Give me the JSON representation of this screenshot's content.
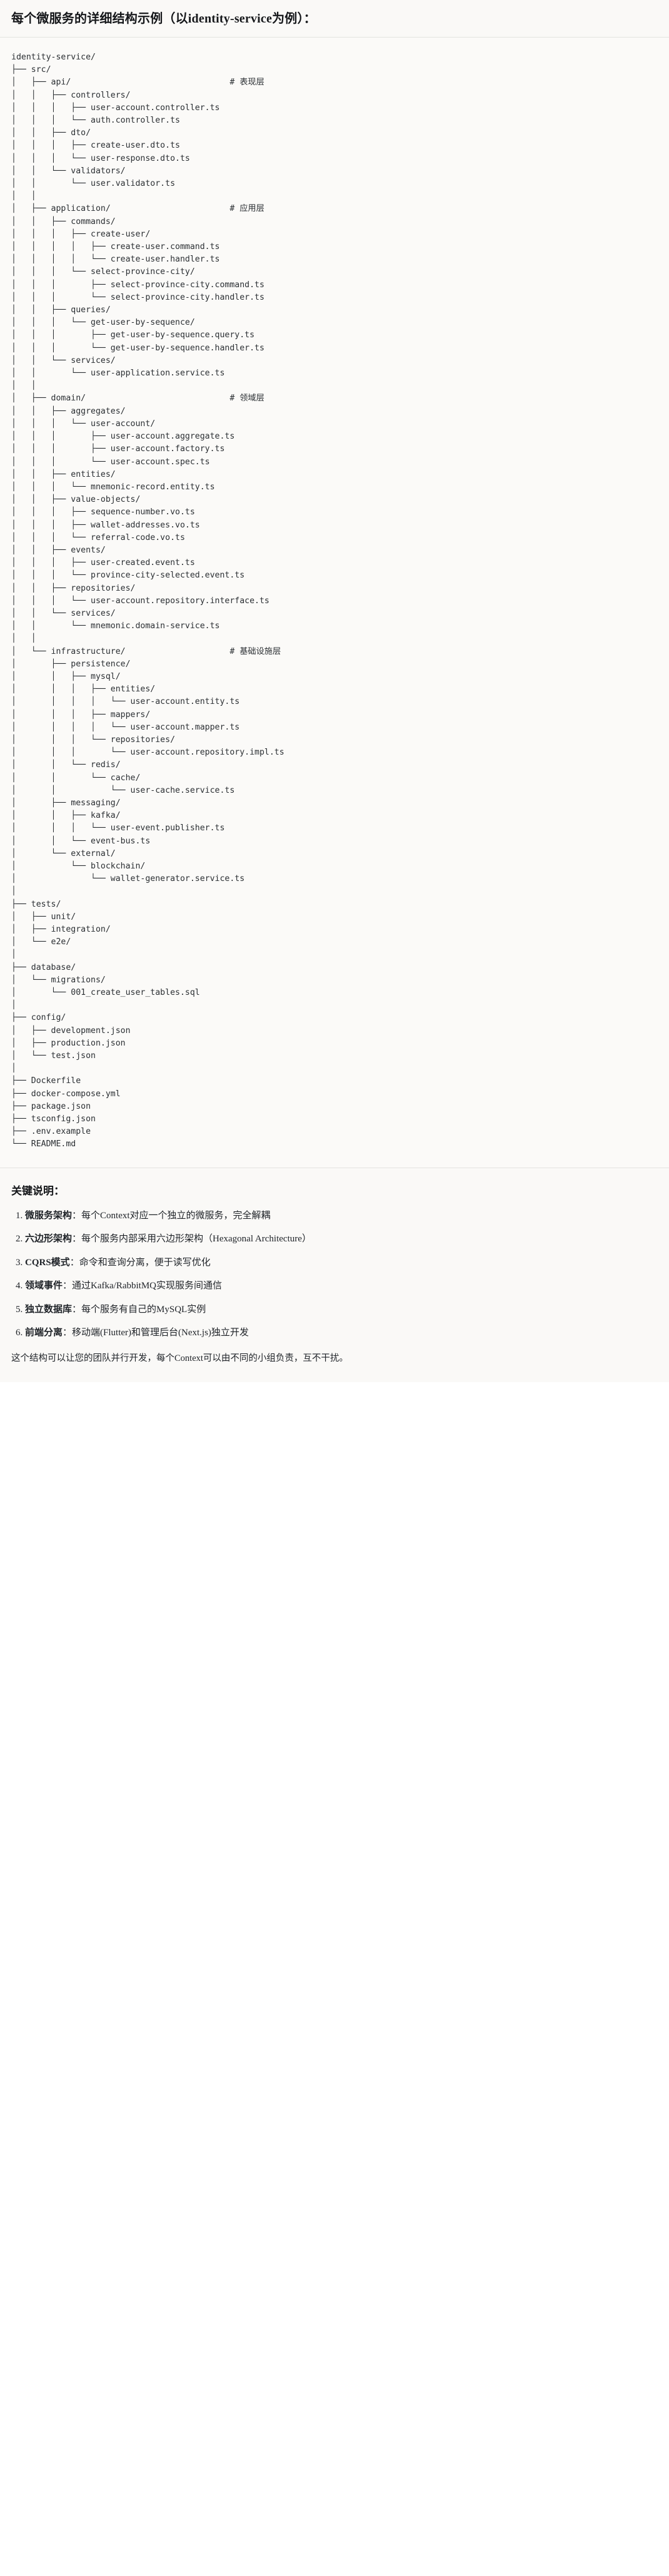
{
  "heading": {
    "title": "每个微服务的详细结构示例（以identity-service为例）："
  },
  "tree": {
    "root": "identity-service/",
    "text": "identity-service/\n├── src/\n│   ├── api/                                # 表现层\n│   │   ├── controllers/\n│   │   │   ├── user-account.controller.ts\n│   │   │   └── auth.controller.ts\n│   │   ├── dto/\n│   │   │   ├── create-user.dto.ts\n│   │   │   └── user-response.dto.ts\n│   │   └── validators/\n│   │       └── user.validator.ts\n│   │\n│   ├── application/                        # 应用层\n│   │   ├── commands/\n│   │   │   ├── create-user/\n│   │   │   │   ├── create-user.command.ts\n│   │   │   │   └── create-user.handler.ts\n│   │   │   └── select-province-city/\n│   │   │       ├── select-province-city.command.ts\n│   │   │       └── select-province-city.handler.ts\n│   │   ├── queries/\n│   │   │   └── get-user-by-sequence/\n│   │   │       ├── get-user-by-sequence.query.ts\n│   │   │       └── get-user-by-sequence.handler.ts\n│   │   └── services/\n│   │       └── user-application.service.ts\n│   │\n│   ├── domain/                             # 领域层\n│   │   ├── aggregates/\n│   │   │   └── user-account/\n│   │   │       ├── user-account.aggregate.ts\n│   │   │       ├── user-account.factory.ts\n│   │   │       └── user-account.spec.ts\n│   │   ├── entities/\n│   │   │   └── mnemonic-record.entity.ts\n│   │   ├── value-objects/\n│   │   │   ├── sequence-number.vo.ts\n│   │   │   ├── wallet-addresses.vo.ts\n│   │   │   └── referral-code.vo.ts\n│   │   ├── events/\n│   │   │   ├── user-created.event.ts\n│   │   │   └── province-city-selected.event.ts\n│   │   ├── repositories/\n│   │   │   └── user-account.repository.interface.ts\n│   │   └── services/\n│   │       └── mnemonic.domain-service.ts\n│   │\n│   └── infrastructure/                     # 基础设施层\n│       ├── persistence/\n│       │   ├── mysql/\n│       │   │   ├── entities/\n│       │   │   │   └── user-account.entity.ts\n│       │   │   ├── mappers/\n│       │   │   │   └── user-account.mapper.ts\n│       │   │   └── repositories/\n│       │   │       └── user-account.repository.impl.ts\n│       │   └── redis/\n│       │       └── cache/\n│       │           └── user-cache.service.ts\n│       ├── messaging/\n│       │   ├── kafka/\n│       │   │   └── user-event.publisher.ts\n│       │   └── event-bus.ts\n│       └── external/\n│           └── blockchain/\n│               └── wallet-generator.service.ts\n│\n├── tests/\n│   ├── unit/\n│   ├── integration/\n│   └── e2e/\n│\n├── database/\n│   └── migrations/\n│       └── 001_create_user_tables.sql\n│\n├── config/\n│   ├── development.json\n│   ├── production.json\n│   └── test.json\n│\n├── Dockerfile\n├── docker-compose.yml\n├── package.json\n├── tsconfig.json\n├── .env.example\n└── README.md",
    "comments": [
      {
        "line": "api/",
        "text": "# 表现层"
      },
      {
        "line": "application/",
        "text": "# 应用层"
      },
      {
        "line": "domain/",
        "text": "# 领域层"
      },
      {
        "line": "infrastructure/",
        "text": "# 基础设施层"
      }
    ]
  },
  "notes": {
    "title": "关键说明：",
    "items": [
      {
        "key": "微服务架构",
        "sep": "：",
        "body": "每个Context对应一个独立的微服务，完全解耦"
      },
      {
        "key": "六边形架构",
        "sep": "：",
        "body": "每个服务内部采用六边形架构（Hexagonal Architecture）"
      },
      {
        "key": "CQRS模式",
        "sep": "：",
        "body": "命令和查询分离，便于读写优化"
      },
      {
        "key": "领域事件",
        "sep": "：",
        "body": "通过Kafka/RabbitMQ实现服务间通信"
      },
      {
        "key": "独立数据库",
        "sep": "：",
        "body": "每个服务有自己的MySQL实例"
      },
      {
        "key": "前端分离",
        "sep": "：",
        "body": "移动端(Flutter)和管理后台(Next.js)独立开发"
      }
    ],
    "closing": "这个结构可以让您的团队并行开发，每个Context可以由不同的小组负责，互不干扰。"
  },
  "colors": {
    "page_bg": "#ffffff",
    "band_bg": "#faf9f7",
    "code_bg": "#fbfaf8",
    "divider": "#e3e3e0",
    "text": "#1f2328",
    "code_text": "#2b2f33"
  }
}
